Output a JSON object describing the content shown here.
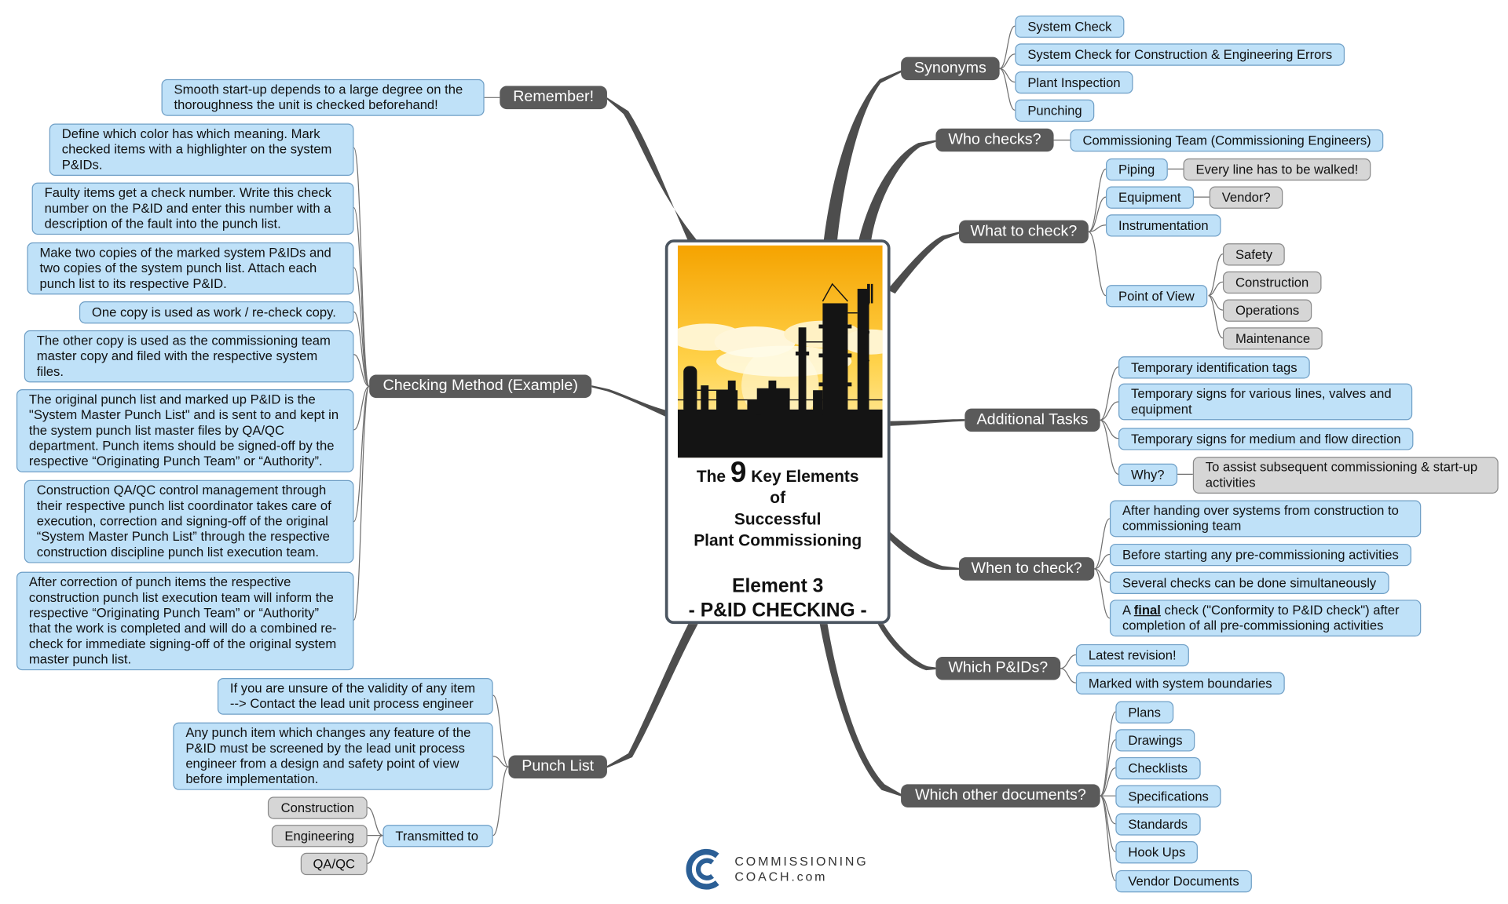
{
  "center": {
    "title_the": "The",
    "title_nine": "9",
    "title_key": "Key Elements",
    "title_of": "of",
    "title_successful": "Successful",
    "title_plant": "Plant Commissioning",
    "element": "Element 3",
    "subtitle": "- P&ID CHECKING -",
    "image": "refinery-silhouette-at-sunset"
  },
  "branches": {
    "synonyms": {
      "label": "Synonyms",
      "items": [
        "System Check",
        "System Check for Construction & Engineering Errors",
        "Plant Inspection",
        "Punching"
      ]
    },
    "who": {
      "label": "Who checks?",
      "items": [
        "Commissioning Team (Commissioning Engineers)"
      ]
    },
    "what": {
      "label": "What to check?",
      "piping": "Piping",
      "piping_note": "Every line has to be walked!",
      "equipment": "Equipment",
      "equipment_note": "Vendor?",
      "instrumentation": "Instrumentation",
      "pov": "Point of View",
      "pov_items": [
        "Safety",
        "Construction",
        "Operations",
        "Maintenance"
      ]
    },
    "additional": {
      "label": "Additional Tasks",
      "items": [
        "Temporary identification tags",
        "Temporary signs for various lines, valves and equipment",
        "Temporary signs for medium and flow direction"
      ],
      "why": "Why?",
      "why_note": "To assist subsequent commissioning & start-up activities"
    },
    "when": {
      "label": "When to check?",
      "items": [
        "After handing over systems from construction to commissioning team",
        "Before starting any pre-commissioning activities",
        "Several checks can be done simultaneously"
      ],
      "final_a": "A ",
      "final_b": "final",
      "final_c": " check (\"Conformity to P&ID check\") after completion of all pre-commissioning activities"
    },
    "which_pids": {
      "label": "Which P&IDs?",
      "items": [
        "Latest revision!",
        "Marked with system boundaries"
      ]
    },
    "other_docs": {
      "label": "Which other documents?",
      "items": [
        "Plans",
        "Drawings",
        "Checklists",
        "Specifications",
        "Standards",
        "Hook Ups",
        "Vendor Documents"
      ]
    },
    "remember": {
      "label": "Remember!",
      "items": [
        "Smooth start-up depends to a large degree on the thoroughness the unit is checked beforehand!"
      ]
    },
    "method": {
      "label": "Checking Method (Example)",
      "items": [
        "Define which color has which meaning. Mark checked items with a highlighter on the system P&IDs.",
        "Faulty items get a check number. Write this check number on the P&ID and enter this number with a description of the fault into the punch list.",
        "Make two copies of the marked system P&IDs and two copies of the system punch list. Attach each punch list to its respective P&ID.",
        "One copy is used as work / re-check copy.",
        "The other copy is used as the commissioning team master copy and filed with the respective system files.",
        "The original punch list and marked up P&ID is the \"System Master Punch List\" and is sent to and kept in the system punch list master files by QA/QC department. Punch items should be signed-off by the respective “Originating Punch Team” or “Authority”.",
        "Construction QA/QC control management through their respective punch list coordinator takes care of execution, correction and signing-off of the original “System Master Punch List” through the respective construction discipline punch list execution team.",
        "After correction of punch items the respective construction punch list execution team will inform the respective “Originating Punch Team” or “Authority” that the work is completed and will do a combined re-check for immediate signing-off of the original system master punch list."
      ]
    },
    "punch": {
      "label": "Punch List",
      "items": [
        "If you are unsure of the validity of any item --> Contact the lead unit process engineer",
        "Any punch item which changes any feature of the P&ID must be screened by the lead unit process engineer from a design and safety point of view before implementation."
      ],
      "transmitted": "Transmitted to",
      "transmitted_items": [
        "Construction",
        "Engineering",
        "QA/QC"
      ]
    }
  },
  "logo": {
    "line1": "COMMISSIONING",
    "line2": "COACH.com",
    "icon": "cc-logo-icon"
  },
  "colors": {
    "topic": "#5a5a5a",
    "subtopic_fill": "#bfe1f8",
    "note_fill": "#d6d6d6",
    "connector": "#4d4d4d"
  }
}
